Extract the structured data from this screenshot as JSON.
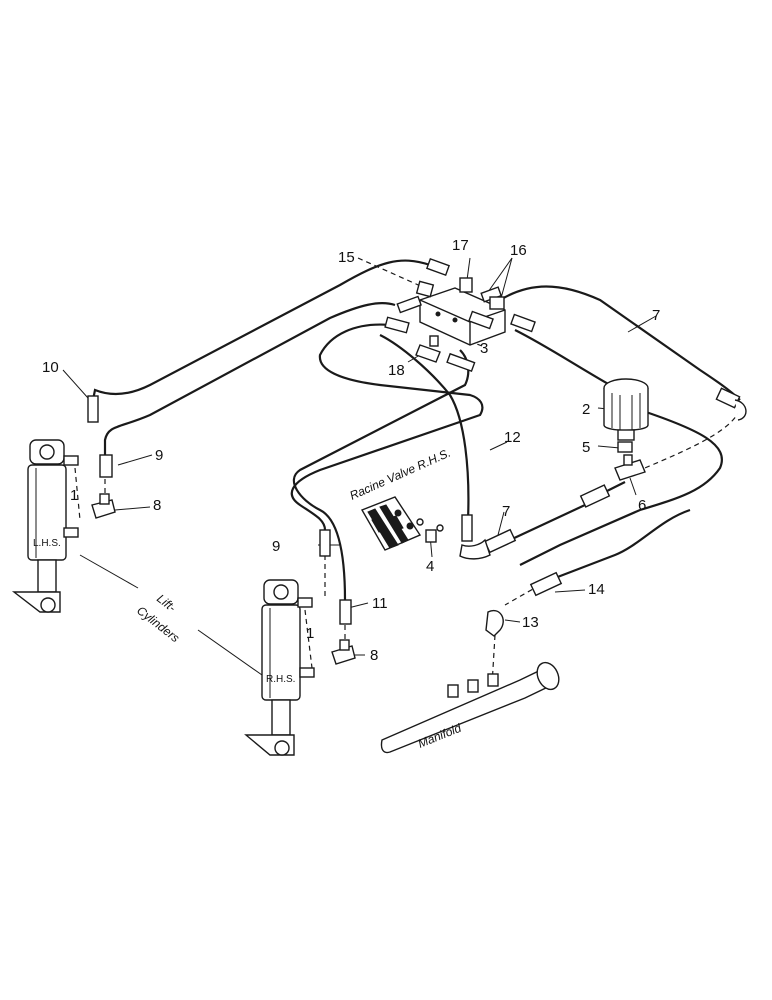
{
  "callouts": {
    "c1a": "1",
    "c1b": "1",
    "c2": "2",
    "c3": "3",
    "c4": "4",
    "c5": "5",
    "c6": "6",
    "c7a": "7",
    "c7b": "7",
    "c8a": "8",
    "c8b": "8",
    "c9a": "9",
    "c9b": "9",
    "c10": "10",
    "c11": "11",
    "c12": "12",
    "c13": "13",
    "c14": "14",
    "c15": "15",
    "c16": "16",
    "c17": "17",
    "c18": "18"
  },
  "labels": {
    "lhs": "L.H.S.",
    "rhs": "R.H.S.",
    "lift_cylinders_line1": "Lift-",
    "lift_cylinders_line2": "Cylinders",
    "racine_valve": "Racine Valve R.H.S.",
    "manifold": "Manifold"
  }
}
